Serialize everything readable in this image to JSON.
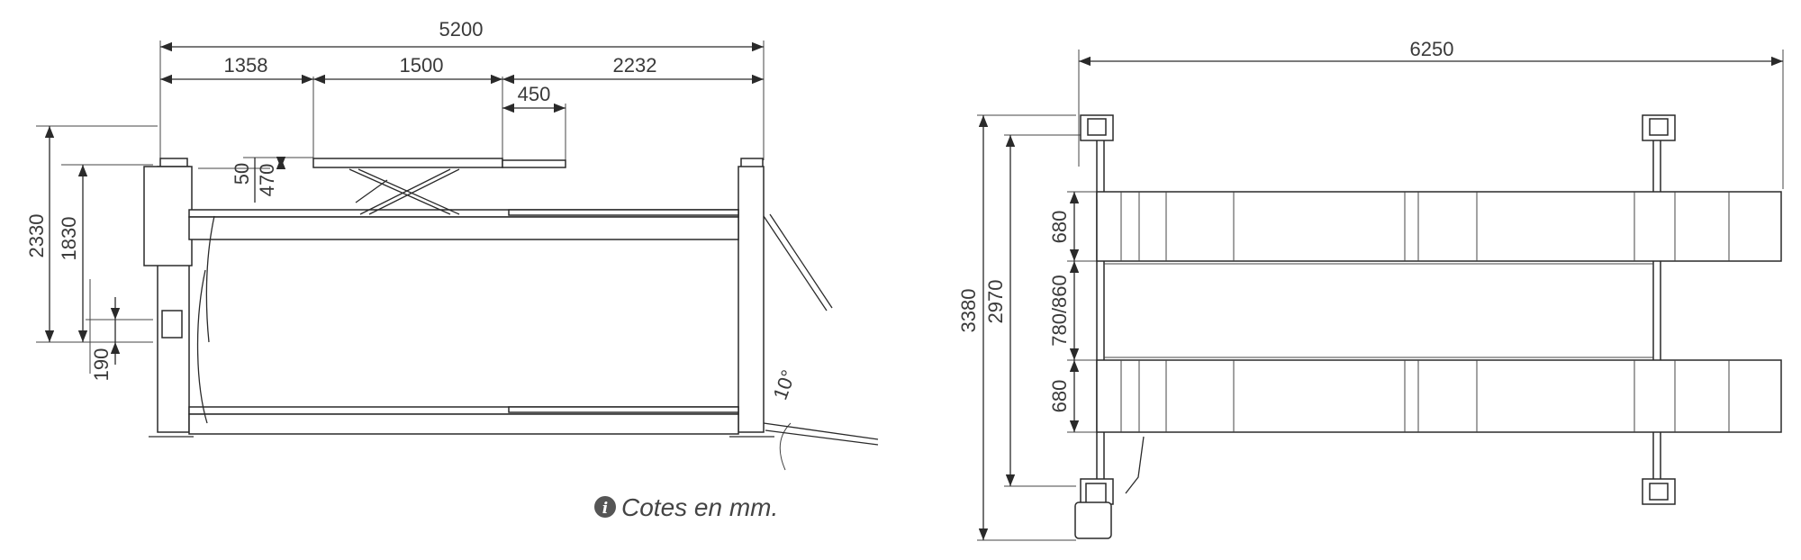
{
  "side_view": {
    "dims": {
      "total_length": "5200",
      "seg_1": "1358",
      "seg_2": "1500",
      "seg_3": "2232",
      "extension": "450",
      "platform_thickness": "50",
      "scissor_height": "470",
      "total_height": "2330",
      "lift_height": "1830",
      "min_height": "190",
      "ramp_angle": "10°"
    }
  },
  "top_view": {
    "dims": {
      "total_length": "6250",
      "total_width": "3380",
      "column_spacing": "2970",
      "runway_width_1": "680",
      "runway_gap": "780/860",
      "runway_width_2": "680"
    }
  },
  "note": {
    "icon": "info-icon",
    "text": "Cotes en mm."
  }
}
